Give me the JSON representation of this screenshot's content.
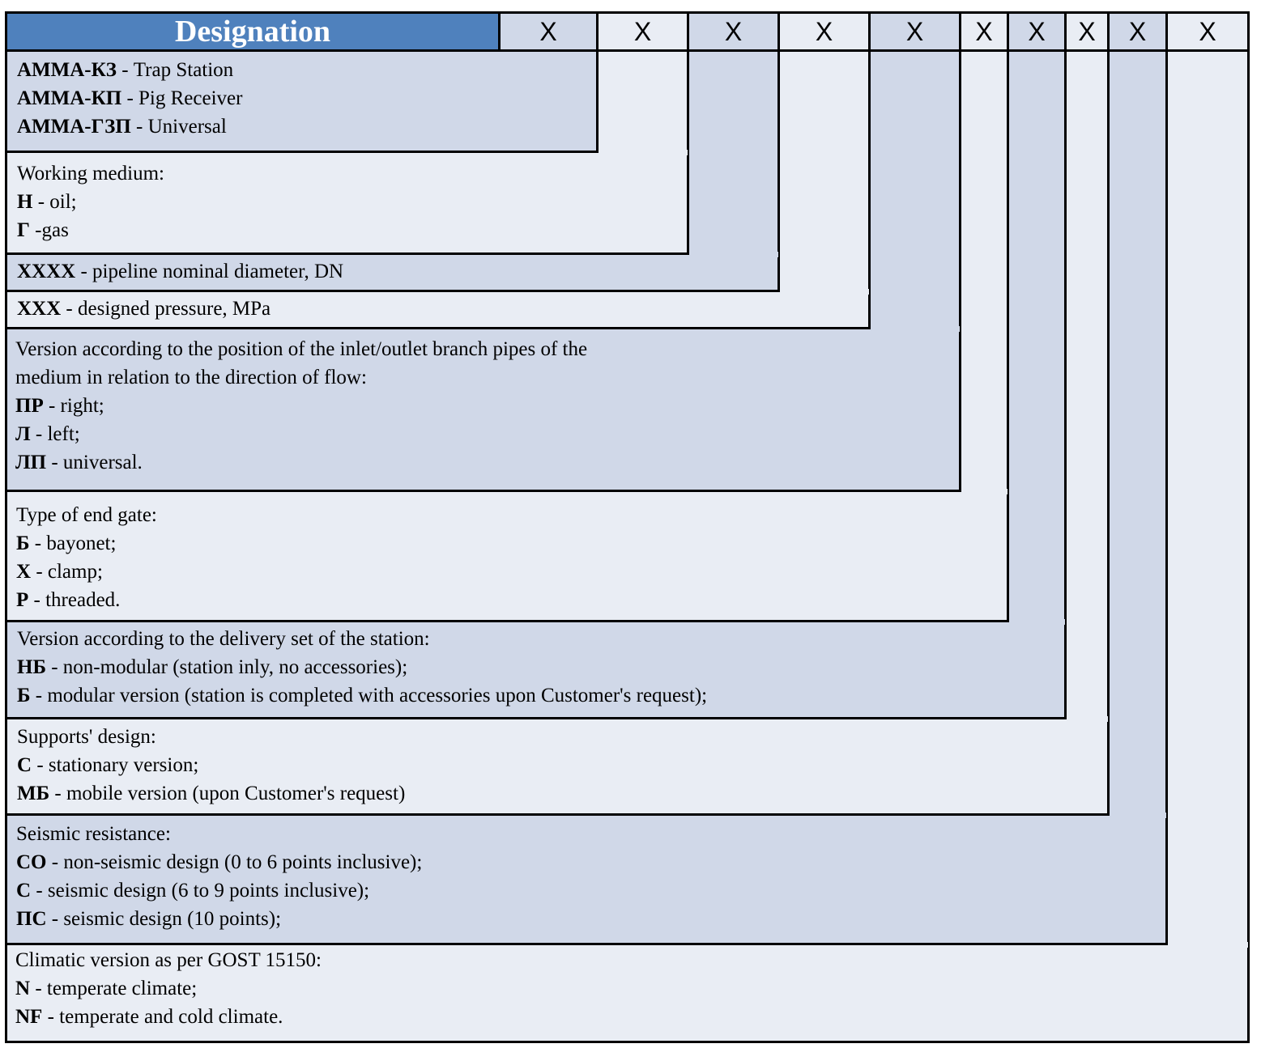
{
  "colors": {
    "header_fill": "#4f81bd",
    "header_text": "#ffffff",
    "shade_dark": "#d0d8e8",
    "shade_light": "#e9edf4",
    "border": "#000000"
  },
  "header": {
    "title": "Designation",
    "positions": [
      "X",
      "X",
      "X",
      "X",
      "X",
      "X",
      "X",
      "X",
      "X",
      "X"
    ]
  },
  "sections": [
    {
      "id": "type",
      "lines": [
        {
          "code": "АММА-КЗ",
          "text": " - Trap Station"
        },
        {
          "code": "АММА-КП",
          "text": " - Pig Receiver"
        },
        {
          "code": "АММА-ГЗП",
          "text": " - Universal"
        }
      ]
    },
    {
      "id": "medium",
      "lines": [
        {
          "code": "",
          "text": "Working medium:"
        },
        {
          "code": "Н",
          "text": " - oil;"
        },
        {
          "code": "Г",
          "text": " -gas"
        }
      ]
    },
    {
      "id": "diameter",
      "lines": [
        {
          "code": "ХХХХ",
          "text": " - pipeline nominal diameter, DN"
        }
      ]
    },
    {
      "id": "pressure",
      "lines": [
        {
          "code": "ХХХ",
          "text": " - designed pressure, MPa"
        }
      ]
    },
    {
      "id": "branch-position",
      "lines": [
        {
          "code": "",
          "text": "Version according to the position of the inlet/outlet branch pipes of the"
        },
        {
          "code": "",
          "text": "medium in relation to the direction of flow:"
        },
        {
          "code": "ПР",
          "text": " - right;"
        },
        {
          "code": "Л",
          "text": " - left;"
        },
        {
          "code": "ЛП",
          "text": " - universal."
        }
      ]
    },
    {
      "id": "end-gate",
      "lines": [
        {
          "code": "",
          "text": "Type of end gate:"
        },
        {
          "code": "Б",
          "text": " - bayonet;"
        },
        {
          "code": "Х",
          "text": " - clamp;"
        },
        {
          "code": "Р",
          "text": " - threaded."
        }
      ]
    },
    {
      "id": "delivery-set",
      "lines": [
        {
          "code": "",
          "text": "Version according to the delivery set of the station:"
        },
        {
          "code": "НБ",
          "text": " - non-modular (station inly, no accessories);"
        },
        {
          "code": "Б",
          "text": " - modular version (station is completed with accessories upon Customer's request);"
        }
      ]
    },
    {
      "id": "supports",
      "lines": [
        {
          "code": "",
          "text": "Supports' design:"
        },
        {
          "code": "С",
          "text": " - stationary version;"
        },
        {
          "code": "МБ",
          "text": " - mobile version (upon Customer's request)"
        }
      ]
    },
    {
      "id": "seismic",
      "lines": [
        {
          "code": "",
          "text": "Seismic resistance:"
        },
        {
          "code": "СО",
          "text": " - non-seismic design (0 to 6 points inclusive);"
        },
        {
          "code": "С",
          "text": " - seismic design (6 to 9 points inclusive);"
        },
        {
          "code": "ПС",
          "text": " - seismic design (10 points);"
        }
      ]
    },
    {
      "id": "climatic",
      "lines": [
        {
          "code": "",
          "text": "Climatic version as per GOST 15150:"
        },
        {
          "code": "N",
          "text": " - temperate climate;"
        },
        {
          "code": "NF",
          "text": " - temperate and cold climate."
        }
      ]
    }
  ]
}
